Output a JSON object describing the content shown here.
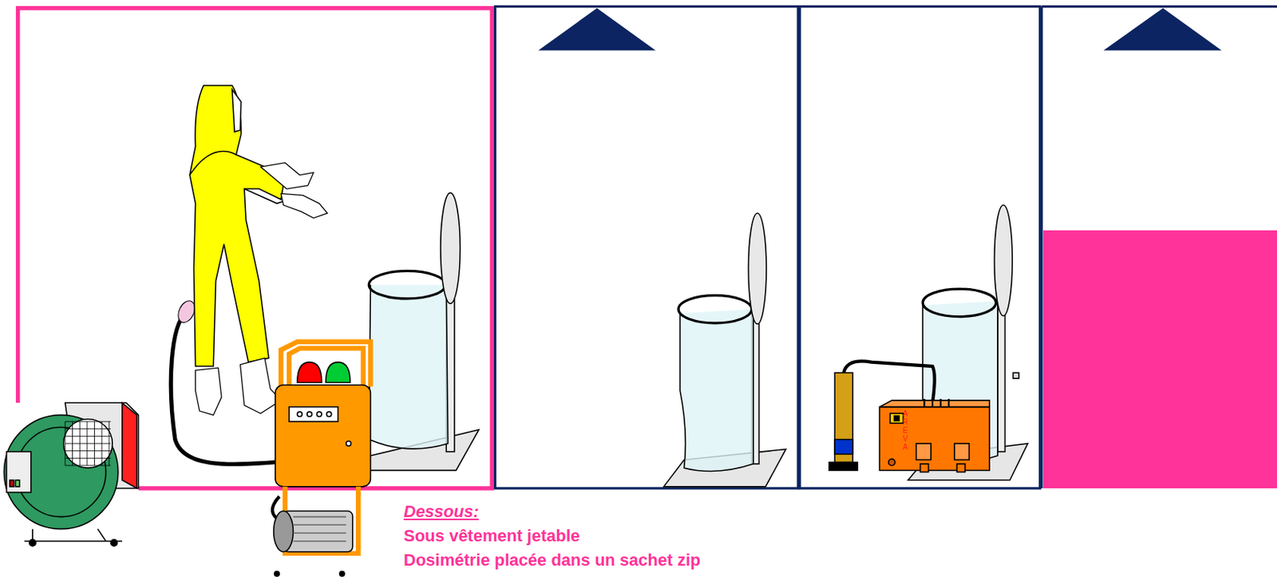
{
  "diagram": {
    "labels": [
      "Dessous:",
      "Sous vêtement jetable",
      "Dosimétrie placée dans un sachet zip",
      "AREVA"
    ]
  }
}
